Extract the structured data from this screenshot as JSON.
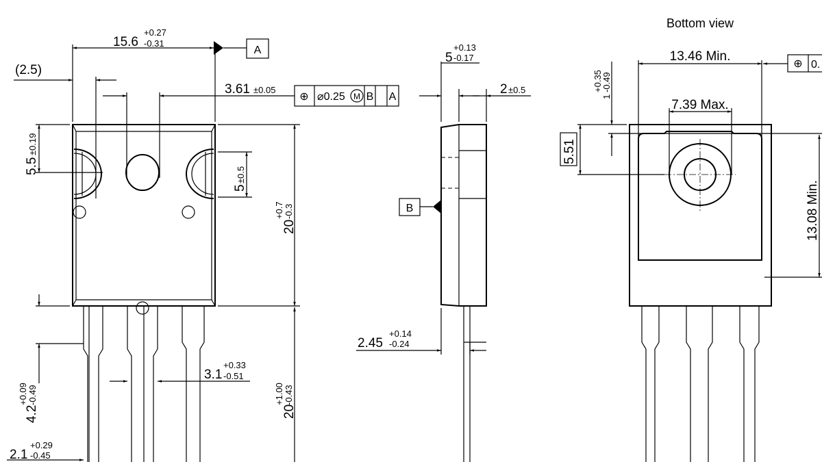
{
  "views": {
    "bottom_view_title": "Bottom view"
  },
  "front_view": {
    "width_dim": {
      "nominal": "15.6",
      "upper": "+0.27",
      "lower": "-0.31"
    },
    "datum_a": "A",
    "offset_dim": "(2.5)",
    "hole_dim": {
      "nominal": "3.61",
      "tol": "±0.05"
    },
    "fcf": {
      "symbol": "⊕",
      "tolerance": "⌀0.25",
      "modifier": "M",
      "datum1": "B",
      "datum2": "A"
    },
    "notch_pos_dim": {
      "nominal": "5.5",
      "tol": "±0.19"
    },
    "notch_dim": {
      "nominal": "5",
      "tol": "±0.5"
    },
    "height_dim": {
      "nominal": "20",
      "upper": "+0.7",
      "lower": "-0.3"
    },
    "lead_len_dim": {
      "nominal": "20",
      "upper": "+1.00",
      "lower": "-0.43"
    },
    "shoulder_dim": {
      "nominal": "4.2",
      "upper": "+0.09",
      "lower": "-0.49"
    },
    "lead_width_dim": {
      "nominal": "3.1",
      "upper": "+0.33",
      "lower": "-0.51"
    },
    "lead_narrow_dim": {
      "nominal": "2.1",
      "upper": "+0.29",
      "lower": "-0.45"
    }
  },
  "side_view": {
    "thickness_dim": {
      "nominal": "5",
      "upper": "+0.13",
      "lower": "-0.17"
    },
    "tab_dim": {
      "nominal": "2",
      "tol": "±0.5"
    },
    "datum_b": "B",
    "lead_thk_dim": {
      "nominal": "2.45",
      "upper": "+0.14",
      "lower": "-0.24"
    }
  },
  "bottom_view": {
    "width_min": "13.46 Min.",
    "pad_max": "7.39 Max.",
    "fcf_partial": "0.",
    "top_dim": {
      "nominal": "1",
      "upper": "+0.35",
      "lower": "-0.49"
    },
    "basic_dim": "5.51",
    "height_min": "13.08 Min."
  }
}
